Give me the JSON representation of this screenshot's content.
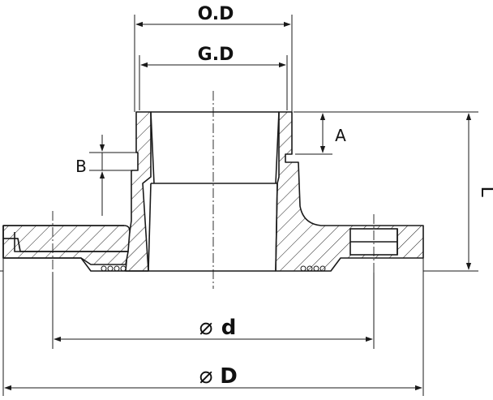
{
  "dimensions": {
    "outer_diameter": "O.D",
    "groove_diameter": "G.D",
    "groove_depth": "A",
    "groove_width": "B",
    "length": "L",
    "bolt_circle_diameter": "d",
    "flange_diameter": "D"
  },
  "symbols": {
    "diameter": "⌀"
  }
}
